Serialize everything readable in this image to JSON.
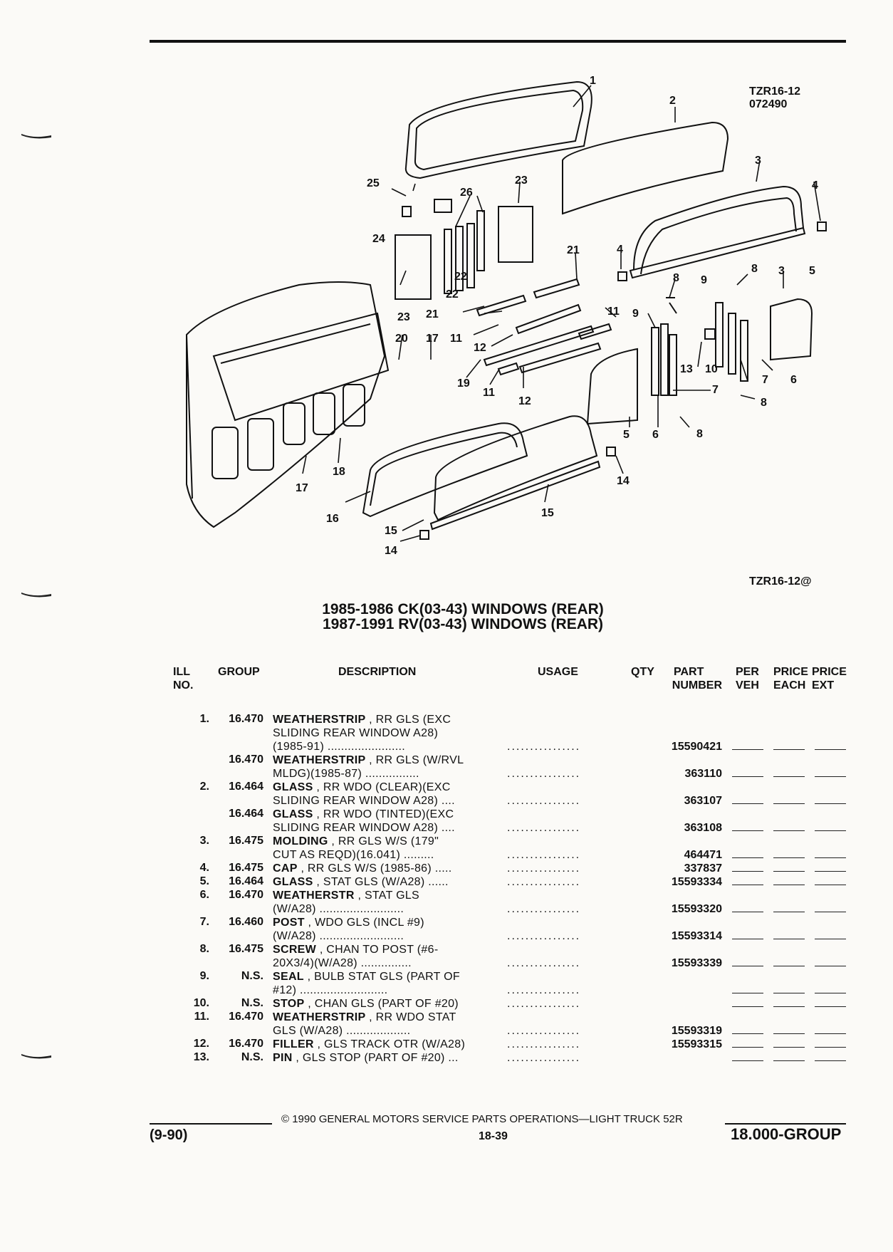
{
  "figure": {
    "code": "TZR16-12",
    "date_code": "072490",
    "ref": "TZR16-12@",
    "callouts": [
      "1",
      "2",
      "3",
      "3",
      "4",
      "4",
      "5",
      "5",
      "6",
      "6",
      "7",
      "7",
      "8",
      "8",
      "8",
      "8",
      "9",
      "9",
      "10",
      "11",
      "11",
      "11",
      "12",
      "12",
      "13",
      "14",
      "14",
      "15",
      "15",
      "16",
      "17",
      "17",
      "18",
      "19",
      "20",
      "21",
      "21",
      "22",
      "23",
      "23",
      "24",
      "25",
      "26"
    ]
  },
  "title": {
    "line1": "1985-1986 CK(03-43) WINDOWS (REAR)",
    "line2": "1987-1991 RV(03-43) WINDOWS (REAR)"
  },
  "headers": {
    "ill": "ILL",
    "ill2": "NO.",
    "group": "GROUP",
    "description": "DESCRIPTION",
    "usage": "USAGE",
    "qty": "QTY",
    "part": "PART",
    "part2": "NUMBER",
    "per": "PER",
    "per2": "VEH",
    "price_each": "PRICE",
    "price_each2": "EACH",
    "price_ext": "PRICE",
    "price_ext2": "EXT"
  },
  "rows": [
    {
      "ill": "1.",
      "group": "16.470",
      "name": "WEATHERSTRIP",
      "desc1": ", RR GLS (EXC",
      "desc2": "SLIDING REAR WINDOW A28)",
      "desc3": "(1985-91) .......................",
      "usage": "................",
      "part": "15590421"
    },
    {
      "ill": "",
      "group": "16.470",
      "name": "WEATHERSTRIP",
      "desc1": ", RR GLS (W/RVL",
      "desc2": "MLDG)(1985-87) ................",
      "desc3": "",
      "usage": "................",
      "part": "363110"
    },
    {
      "ill": "2.",
      "group": "16.464",
      "name": "GLASS",
      "desc1": ", RR WDO (CLEAR)(EXC",
      "desc2": "SLIDING REAR WINDOW A28) ....",
      "desc3": "",
      "usage": "................",
      "part": "363107"
    },
    {
      "ill": "",
      "group": "16.464",
      "name": "GLASS",
      "desc1": ", RR WDO (TINTED)(EXC",
      "desc2": "SLIDING REAR WINDOW A28) ....",
      "desc3": "",
      "usage": "................",
      "part": "363108"
    },
    {
      "ill": "3.",
      "group": "16.475",
      "name": "MOLDING",
      "desc1": ", RR GLS W/S (179\"",
      "desc2": "CUT AS REQD)(16.041) .........",
      "desc3": "",
      "usage": "................",
      "part": "464471"
    },
    {
      "ill": "4.",
      "group": "16.475",
      "name": "CAP",
      "desc1": ", RR GLS W/S (1985-86) .....",
      "desc2": "",
      "desc3": "",
      "usage": "................",
      "part": "337837"
    },
    {
      "ill": "5.",
      "group": "16.464",
      "name": "GLASS",
      "desc1": ", STAT GLS (W/A28) ......",
      "desc2": "",
      "desc3": "",
      "usage": "................",
      "part": "15593334"
    },
    {
      "ill": "6.",
      "group": "16.470",
      "name": "WEATHERSTR",
      "desc1": ", STAT GLS",
      "desc2": "(W/A28) .........................",
      "desc3": "",
      "usage": "................",
      "part": "15593320"
    },
    {
      "ill": "7.",
      "group": "16.460",
      "name": "POST",
      "desc1": ", WDO GLS (INCL #9)",
      "desc2": "(W/A28) .........................",
      "desc3": "",
      "usage": "................",
      "part": "15593314"
    },
    {
      "ill": "8.",
      "group": "16.475",
      "name": "SCREW",
      "desc1": ", CHAN TO POST (#6-",
      "desc2": "20X3/4)(W/A28) ...............",
      "desc3": "",
      "usage": "................",
      "part": "15593339"
    },
    {
      "ill": "9.",
      "group": "N.S.",
      "name": "SEAL",
      "desc1": ", BULB STAT GLS (PART OF",
      "desc2": "#12) ..........................",
      "desc3": "",
      "usage": "................",
      "part": ""
    },
    {
      "ill": "10.",
      "group": "N.S.",
      "name": "STOP",
      "desc1": ", CHAN GLS (PART OF #20)",
      "desc2": "",
      "desc3": "",
      "usage": "................",
      "part": ""
    },
    {
      "ill": "11.",
      "group": "16.470",
      "name": "WEATHERSTRIP",
      "desc1": ", RR WDO STAT",
      "desc2": "GLS (W/A28) ...................",
      "desc3": "",
      "usage": "................",
      "part": "15593319"
    },
    {
      "ill": "12.",
      "group": "16.470",
      "name": "FILLER",
      "desc1": ", GLS TRACK OTR (W/A28)",
      "desc2": "",
      "desc3": "",
      "usage": "................",
      "part": "15593315"
    },
    {
      "ill": "13.",
      "group": "N.S.",
      "name": "PIN",
      "desc1": ", GLS STOP (PART OF #20) ...",
      "desc2": "",
      "desc3": "",
      "usage": "................",
      "part": ""
    }
  ],
  "footer": {
    "copyright": "© 1990 GENERAL MOTORS SERVICE PARTS OPERATIONS—LIGHT TRUCK 52R",
    "date": "(9-90)",
    "page": "18-39",
    "group": "18.000-GROUP"
  }
}
